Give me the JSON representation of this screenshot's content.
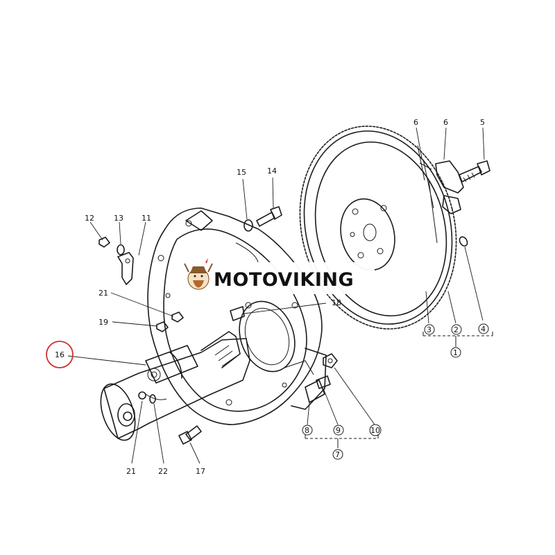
{
  "brand": {
    "name": "MOTOVIKING"
  },
  "highlight": {
    "part": "16",
    "color": "#d0312d"
  },
  "callouts": {
    "p1": "1",
    "p2": "2",
    "p3": "3",
    "p4": "4",
    "p5": "5",
    "p6a": "6",
    "p6b": "6",
    "p7": "7",
    "p8": "8",
    "p9": "9",
    "p10": "10",
    "p11": "11",
    "p12": "12",
    "p13": "13",
    "p14": "14",
    "p15": "15",
    "p16": "16",
    "p17": "17",
    "p18": "18",
    "p19": "19",
    "p21a": "21",
    "p21b": "21",
    "p22": "22"
  }
}
